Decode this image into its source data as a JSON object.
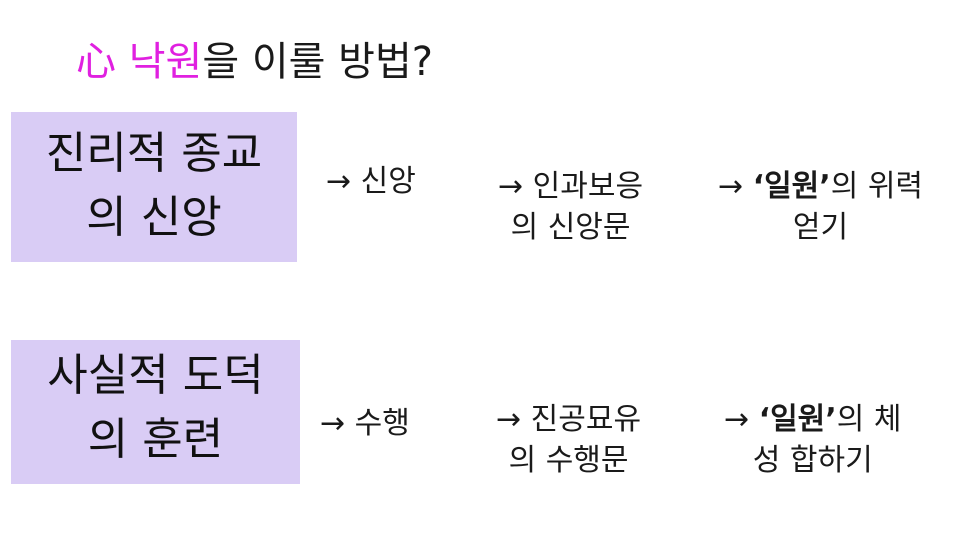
{
  "title": {
    "accent": "心 낙원",
    "rest": "을 이룰 방법?"
  },
  "rows": [
    {
      "box_lines": [
        "진리적 종교",
        "의 신앙"
      ],
      "step1": "→ 신앙",
      "step2_lines": [
        "→ 인과보응",
        "의 신앙문"
      ],
      "step3": {
        "prefix": "→ ",
        "bold": "‘일원’",
        "suffix": "의 위력",
        "line2": "얻기"
      }
    },
    {
      "box_lines": [
        "사실적 도덕",
        "의 훈련"
      ],
      "step1": "→ 수행",
      "step2_lines": [
        "→ 진공묘유",
        "의 수행문"
      ],
      "step3": {
        "prefix": "→ ",
        "bold": "‘일원’",
        "suffix": "의 체",
        "line2": "성 합하기"
      }
    }
  ],
  "colors": {
    "accent": "#e020e0",
    "box_background": "#d9ccf5"
  }
}
